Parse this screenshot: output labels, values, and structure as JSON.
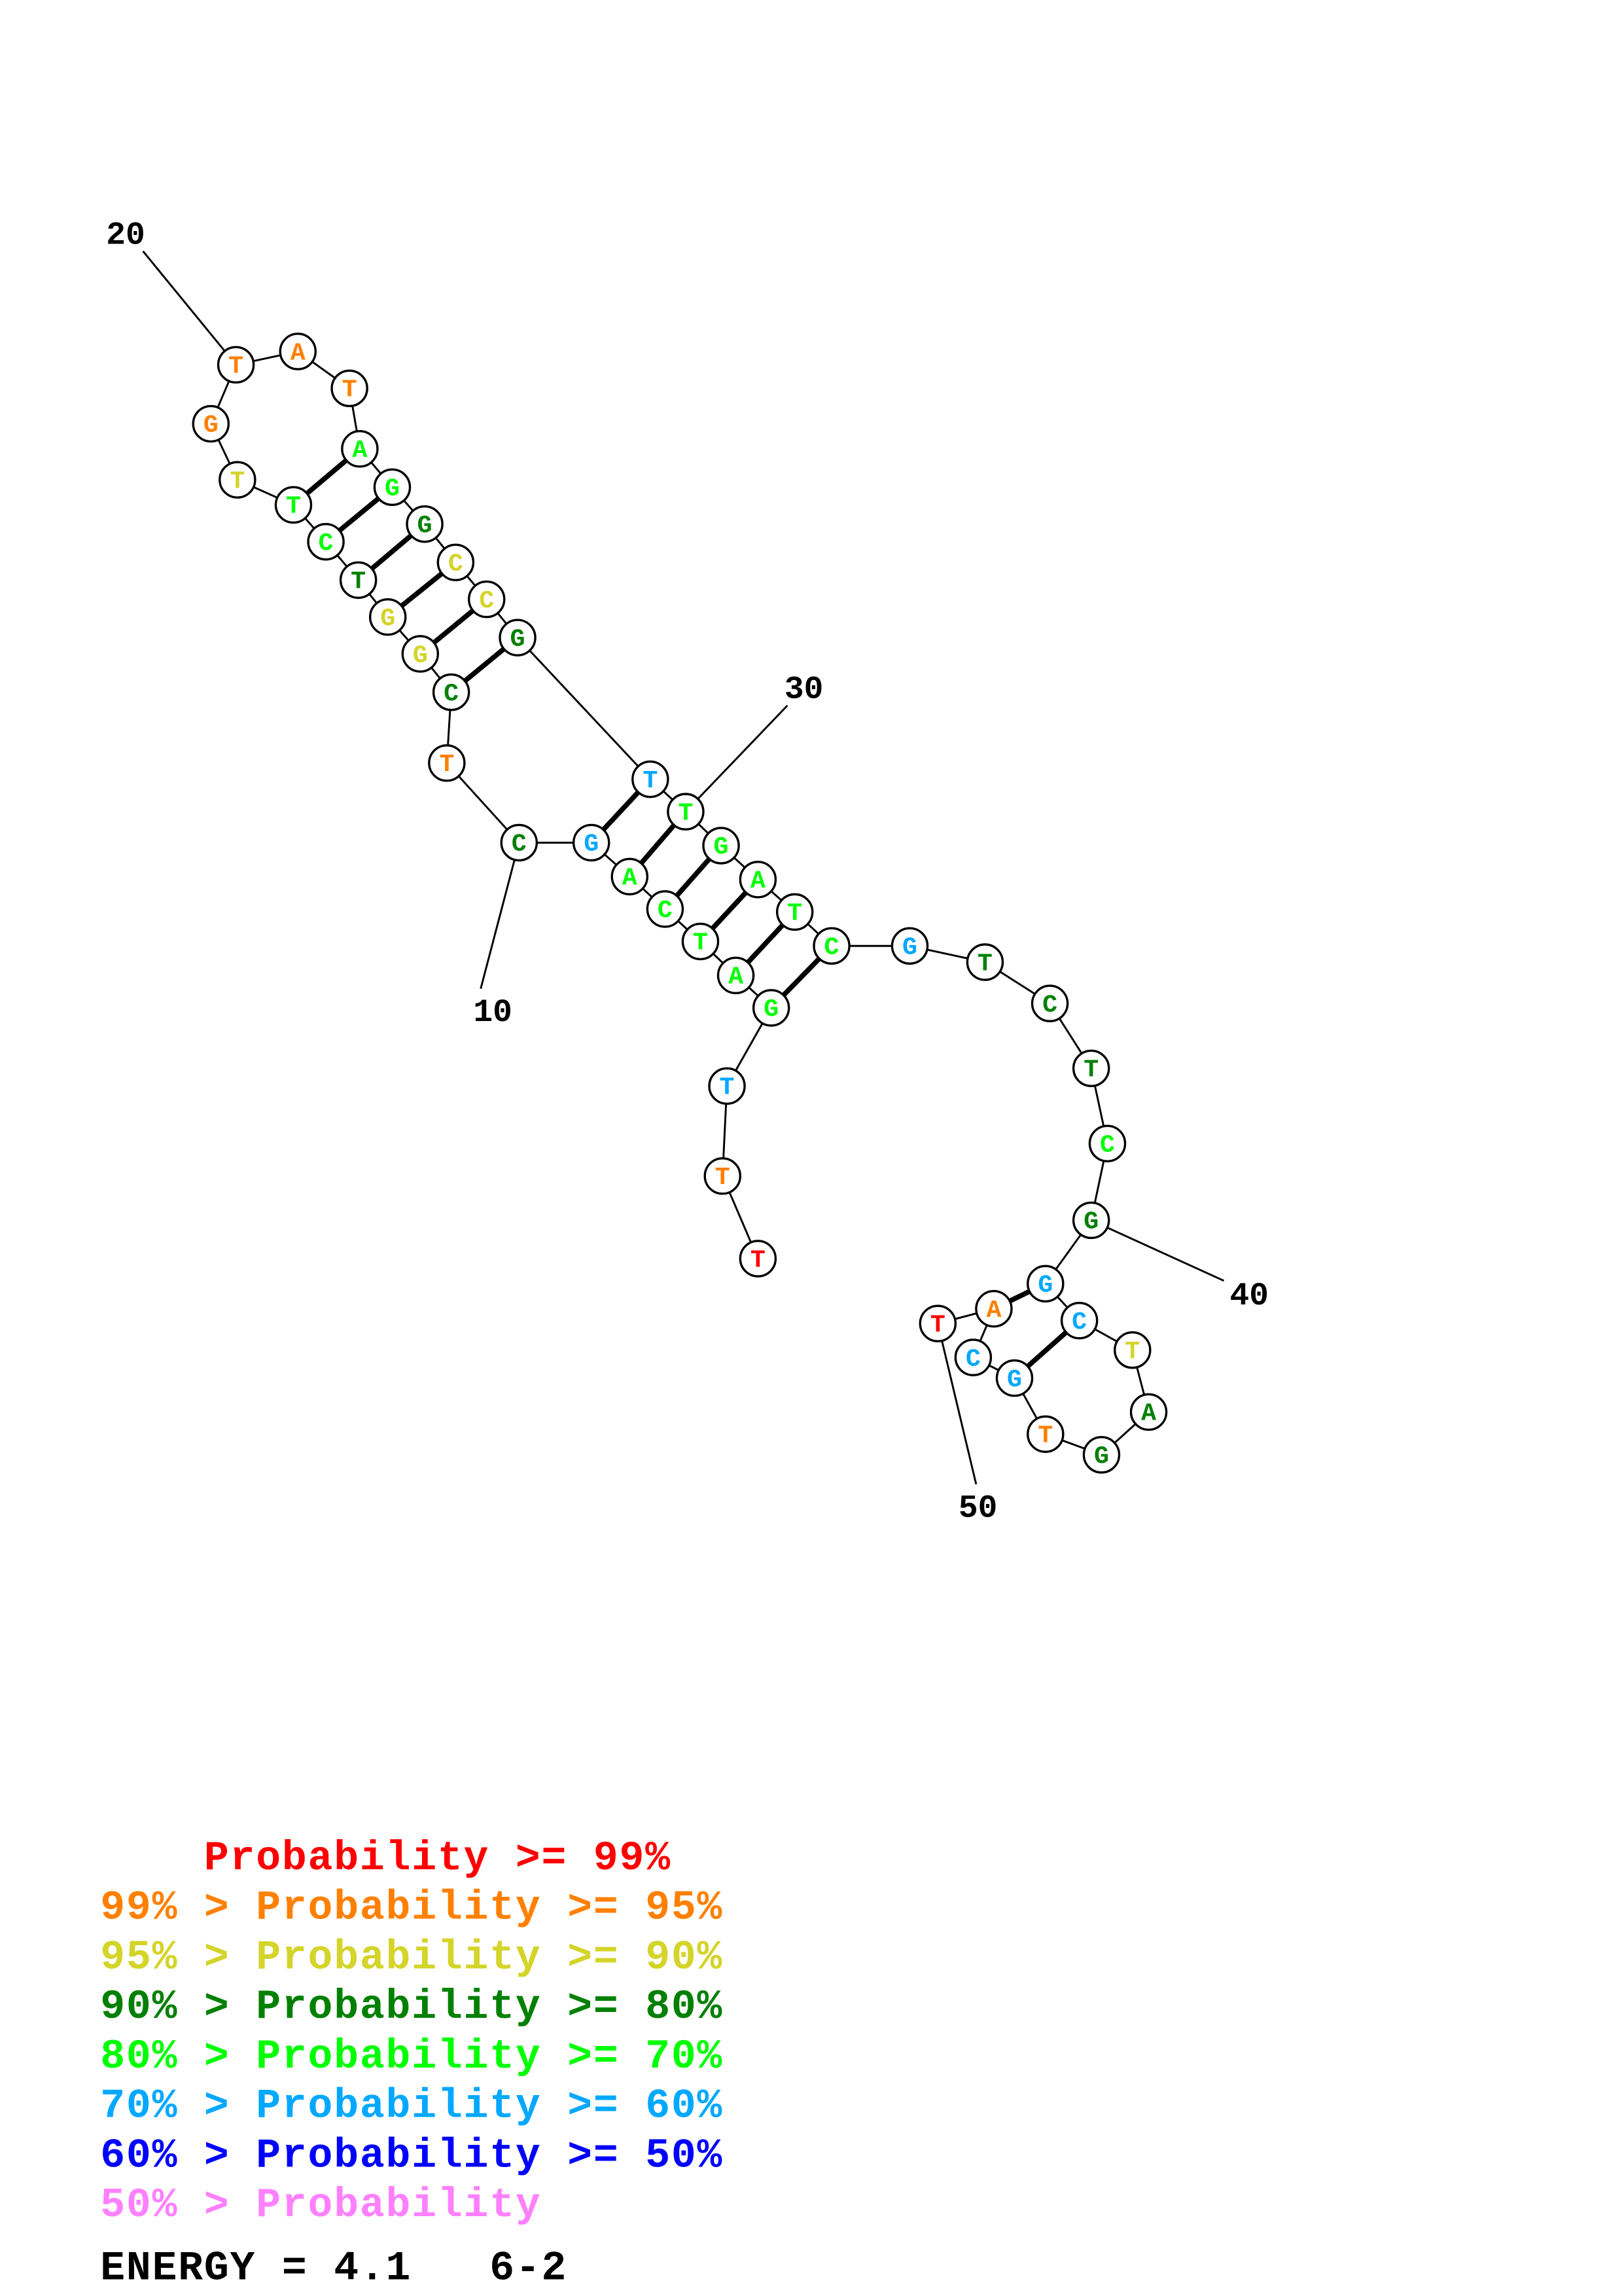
{
  "sequence": [
    "T",
    "T",
    "T",
    "G",
    "A",
    "T",
    "C",
    "A",
    "G",
    "C",
    "T",
    "C",
    "G",
    "G",
    "T",
    "C",
    "T",
    "T",
    "G",
    "T",
    "A",
    "T",
    "A",
    "G",
    "G",
    "C",
    "C",
    "G",
    "T",
    "T",
    "G",
    "A",
    "T",
    "C",
    "G",
    "T",
    "C",
    "T",
    "C",
    "G",
    "G",
    "C",
    "T",
    "A",
    "G",
    "T",
    "G",
    "C",
    "A",
    "T"
  ],
  "probability_class": [
    0,
    1,
    5,
    4,
    4,
    4,
    4,
    4,
    5,
    3,
    1,
    3,
    2,
    2,
    3,
    4,
    4,
    2,
    1,
    1,
    1,
    1,
    4,
    4,
    3,
    2,
    2,
    3,
    5,
    4,
    4,
    4,
    4,
    4,
    5,
    3,
    3,
    3,
    4,
    3,
    5,
    5,
    2,
    3,
    3,
    1,
    5,
    5,
    1,
    0
  ],
  "base_pairs": [
    [
      4,
      34
    ],
    [
      5,
      33
    ],
    [
      6,
      32
    ],
    [
      7,
      31
    ],
    [
      8,
      30
    ],
    [
      9,
      29
    ],
    [
      12,
      28
    ],
    [
      13,
      27
    ],
    [
      14,
      26
    ],
    [
      15,
      25
    ],
    [
      16,
      24
    ],
    [
      17,
      23
    ],
    [
      41,
      49
    ],
    [
      42,
      47
    ]
  ],
  "position_labels": [
    "10",
    "20",
    "30",
    "40",
    "50"
  ],
  "class_colors": [
    "#ff0000",
    "#ff8000",
    "#d4d42a",
    "#008000",
    "#00ff00",
    "#00a8ff",
    "#0000ff",
    "#ff80ff"
  ],
  "legend": [
    {
      "text": "    Probability >= 99%"
    },
    {
      "text": "99% > Probability >= 95%"
    },
    {
      "text": "95% > Probability >= 90%"
    },
    {
      "text": "90% > Probability >= 80%"
    },
    {
      "text": "80% > Probability >= 70%"
    },
    {
      "text": "70% > Probability >= 60%"
    },
    {
      "text": "60% > Probability >= 50%"
    },
    {
      "text": "50% > Probability"
    }
  ],
  "energy": "ENERGY = 4.1   6-2"
}
